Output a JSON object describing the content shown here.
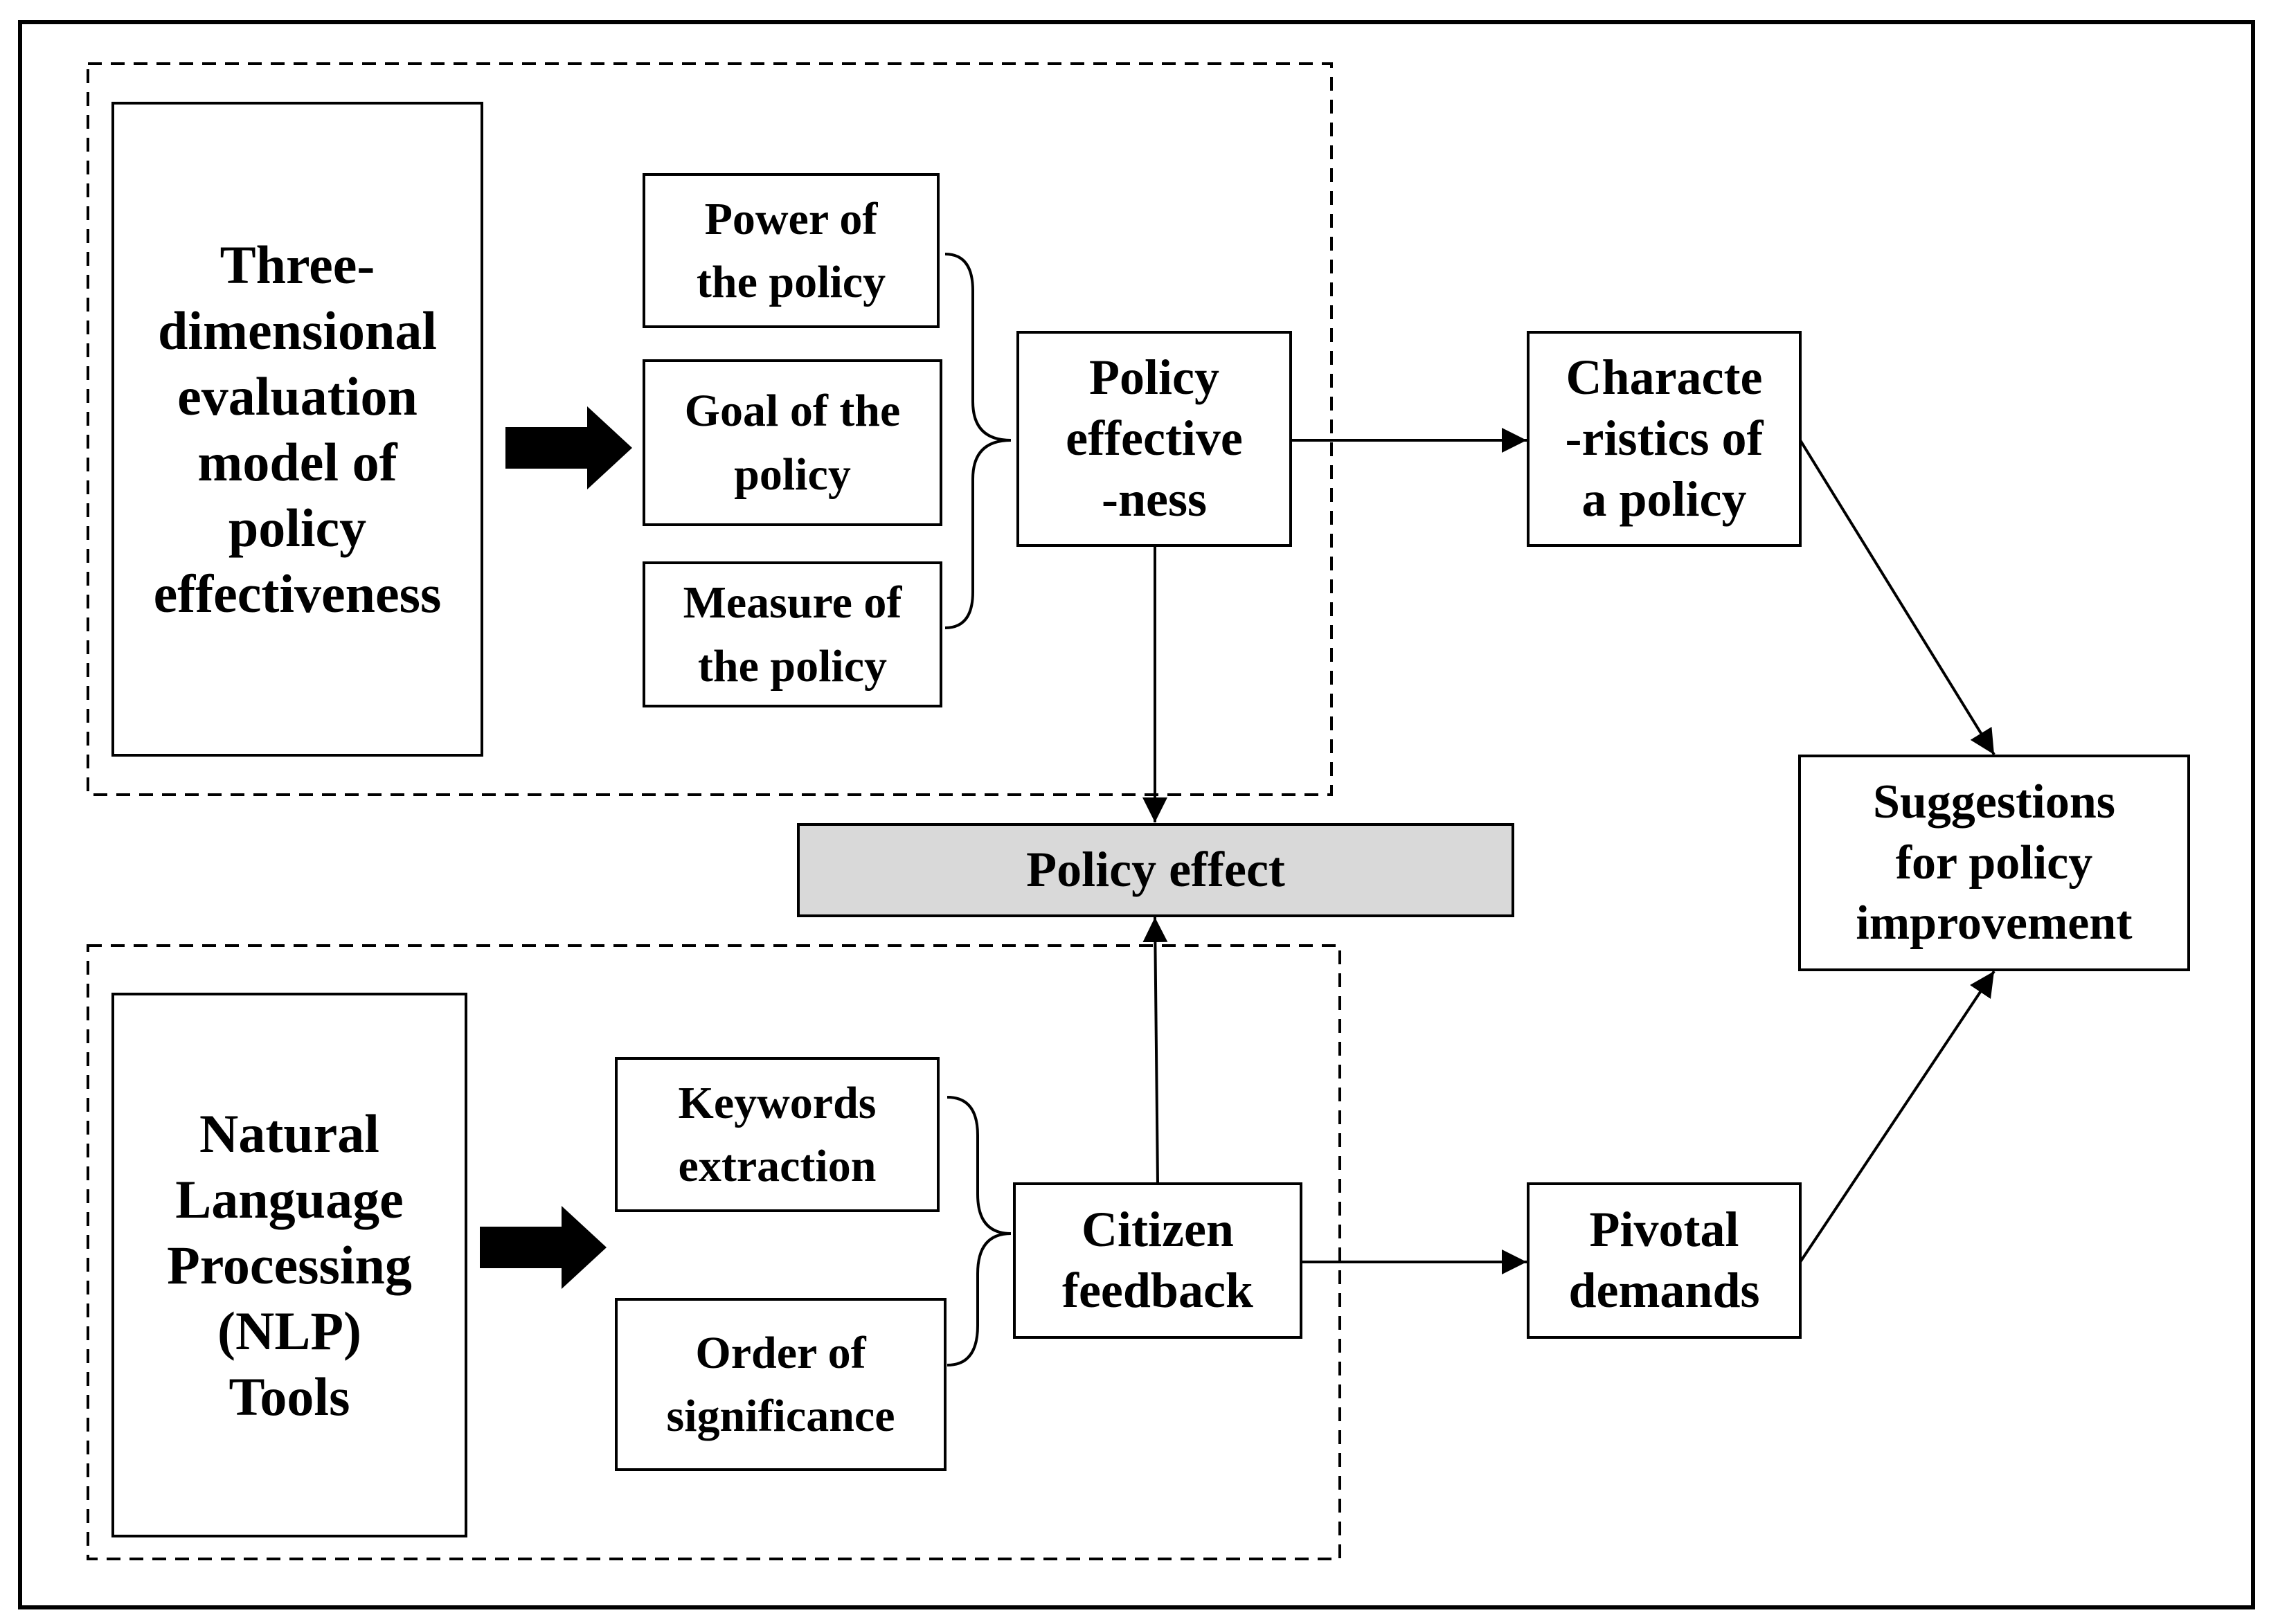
{
  "diagram": {
    "top_group": {
      "model": "Three-\ndimensional\nevaluation\nmodel of\npolicy\neffectiveness",
      "power": "Power of\nthe policy",
      "goal": "Goal of the\npolicy",
      "measure": "Measure of\nthe policy",
      "effectiveness": "Policy\neffective\n-ness"
    },
    "characteristics": "Characte\n-ristics of\na policy",
    "policy_effect": "Policy effect",
    "suggestions": "Suggestions\nfor policy\nimprovement",
    "bottom_group": {
      "nlp": "Natural\nLanguage\nProcessing\n(NLP)\nTools",
      "keywords": "Keywords\nextraction",
      "order": "Order of\nsignificance",
      "citizen": "Citizen\nfeedback"
    },
    "pivotal": "Pivotal\ndemands",
    "colors": {
      "policy_effect_fill": "#d9d9d9",
      "stroke": "#000000"
    }
  }
}
